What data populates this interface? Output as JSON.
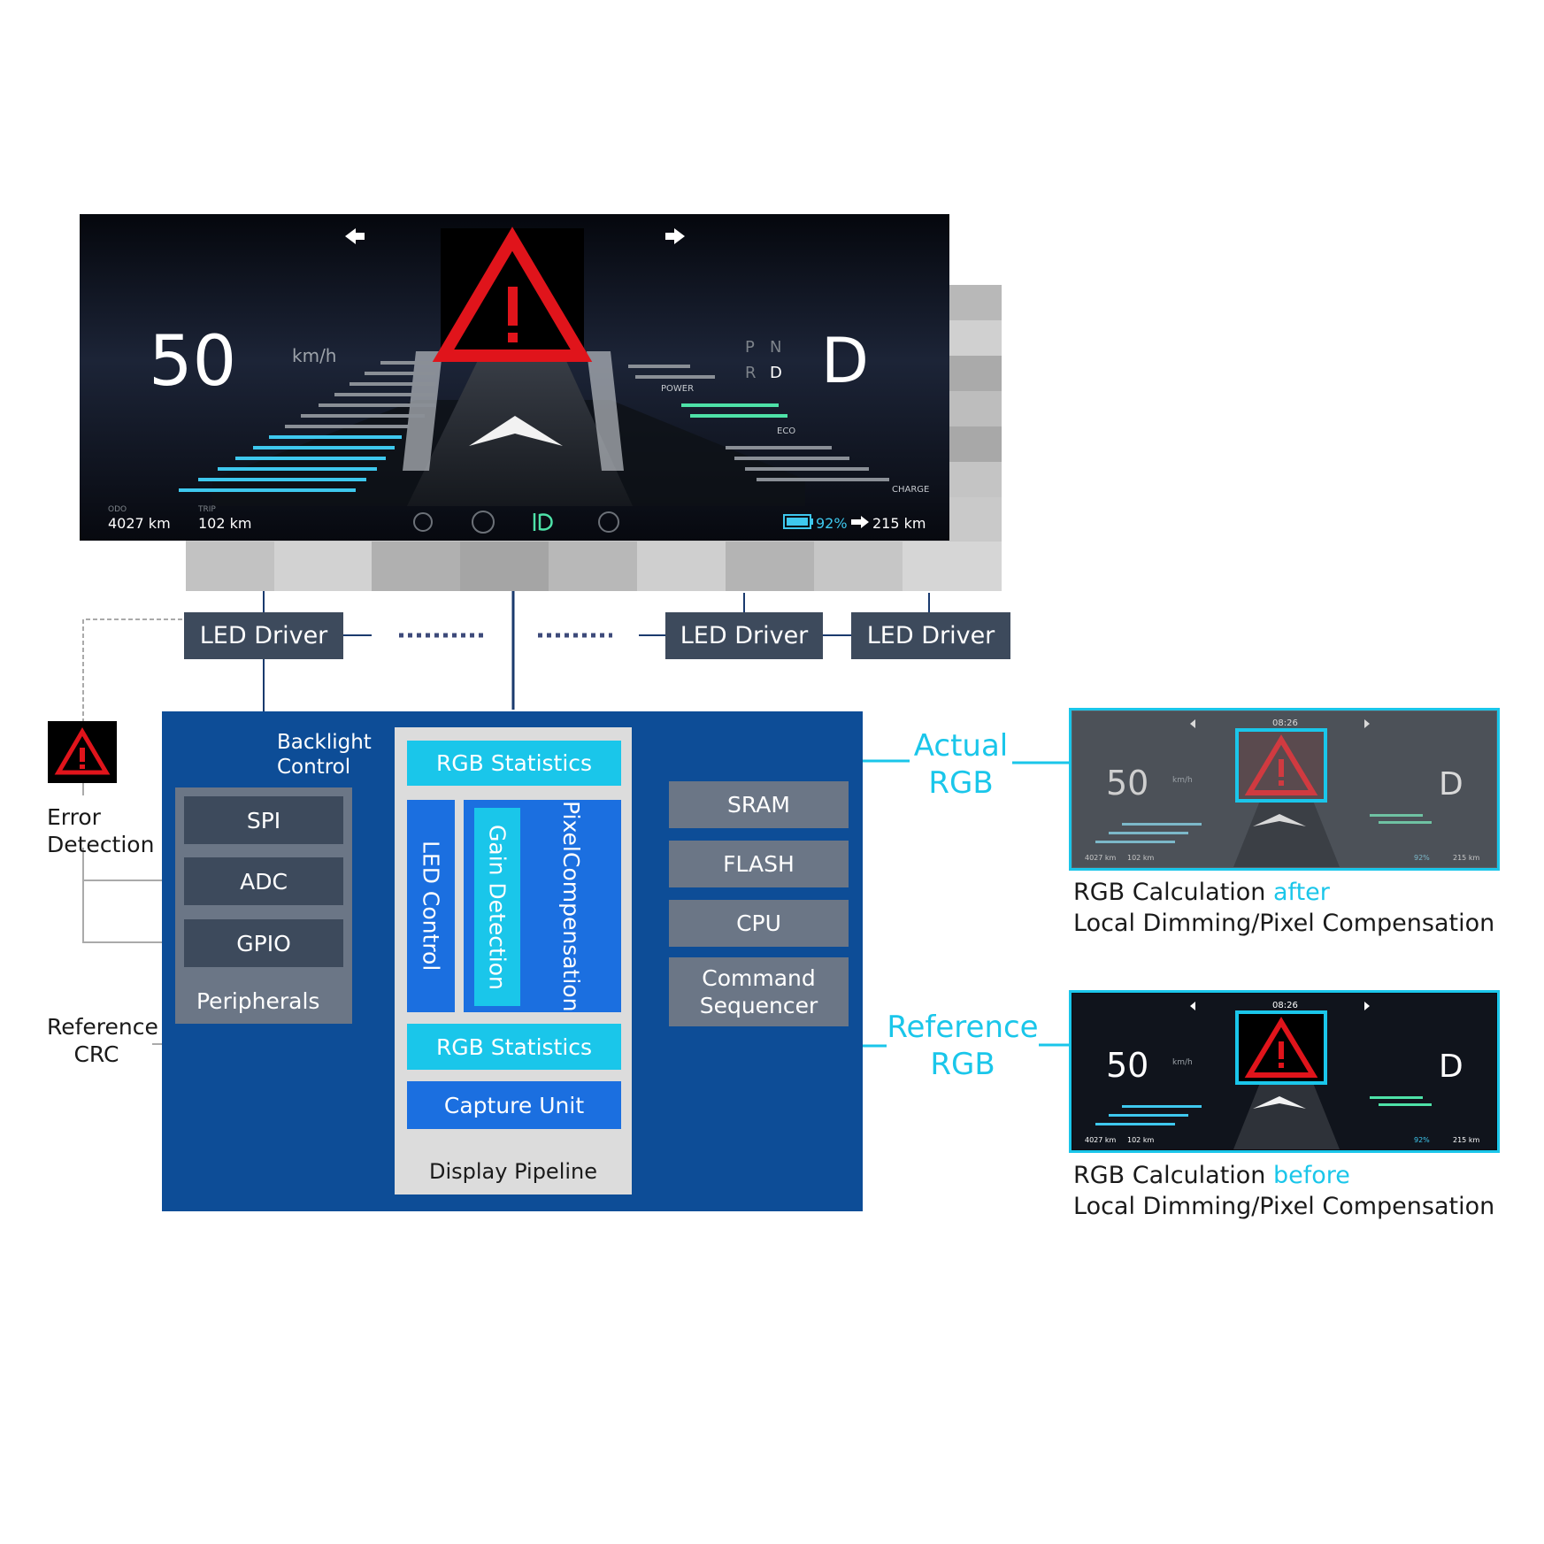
{
  "cluster": {
    "speed": "50",
    "speed_unit": "km/h",
    "gear_letters": [
      "P",
      "N",
      "R",
      "D"
    ],
    "gear": "D",
    "power_label": "POWER",
    "eco_label": "ECO",
    "charge_label": "CHARGE",
    "odo_label": "ODO",
    "odo_value": "4027 km",
    "trip_label": "TRIP",
    "trip_value": "102 km",
    "battery_percent": "92%",
    "range": "215 km",
    "time": "08:26"
  },
  "diagram": {
    "led_driver": "LED Driver",
    "backlight_control": [
      "Backlight",
      "Control"
    ],
    "error_detection": [
      "Error",
      "Detection"
    ],
    "reference_crc": [
      "Reference",
      "CRC"
    ],
    "spi": "SPI",
    "adc": "ADC",
    "gpio": "GPIO",
    "peripherals": "Peripherals",
    "rgb_statistics": "RGB Statistics",
    "led_control": "LED Control",
    "gain_detection": "Gain Detection",
    "pixel_compensation": [
      "Pixel",
      "Compensation"
    ],
    "capture_unit": "Capture Unit",
    "display_pipeline": "Display Pipeline",
    "sram": "SRAM",
    "flash": "FLASH",
    "cpu": "CPU",
    "command_sequencer": [
      "Command",
      "Sequencer"
    ],
    "actual_rgb": [
      "Actual",
      "RGB"
    ],
    "reference_rgb": [
      "Reference",
      "RGB"
    ]
  },
  "captions": {
    "after_prefix": "RGB Calculation ",
    "after_word": "after",
    "before_prefix": "RGB Calculation ",
    "before_word": "before",
    "second_line": "Local Dimming/Pixel Compensation"
  },
  "colors": {
    "soc_blue": "#0d4d97",
    "cyan": "#1ac6ea",
    "warning_red": "#e0141b"
  }
}
